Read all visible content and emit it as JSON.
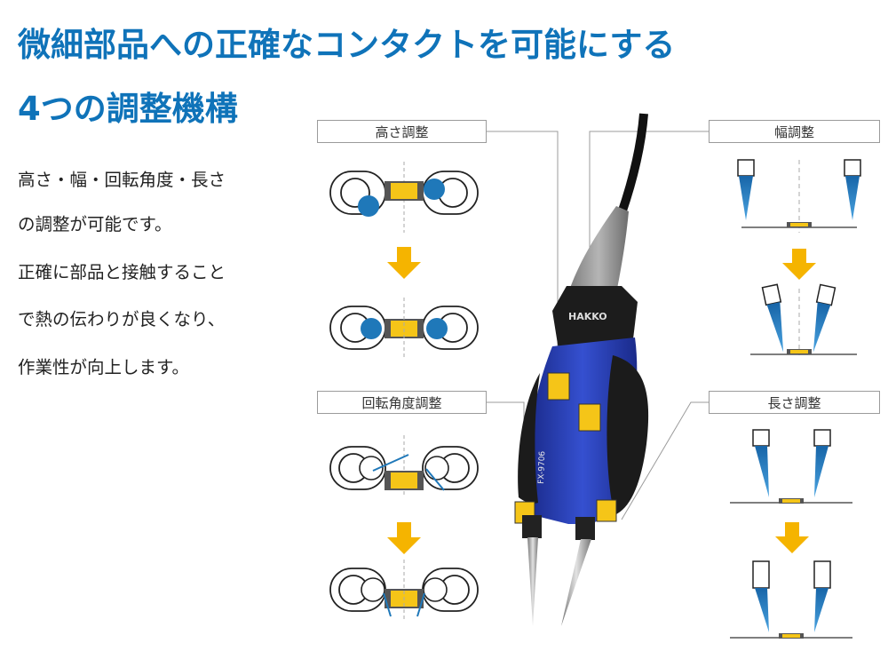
{
  "heading": {
    "line1": "微細部品への正確なコンタクトを可能にする",
    "line2": "4つの調整機構"
  },
  "description": {
    "lines": [
      "高さ・幅・回転角度・長さ",
      "の調整が可能です。",
      "正確に部品と接触すること",
      "で熱の伝わりが良くなり、",
      "作業性が向上します。"
    ]
  },
  "panels": {
    "height": {
      "label": "高さ調整"
    },
    "width": {
      "label": "幅調整"
    },
    "rotation": {
      "label": "回転角度調整"
    },
    "length": {
      "label": "長さ調整"
    }
  },
  "tool": {
    "brand": "HAKKO",
    "model": "FX-9706"
  },
  "colors": {
    "heading": "#0f73b9",
    "arrow": "#f5b400",
    "tip_blue": "#1f78b9",
    "chip": "#f5c518",
    "tool_body": "#2a3fb0"
  }
}
